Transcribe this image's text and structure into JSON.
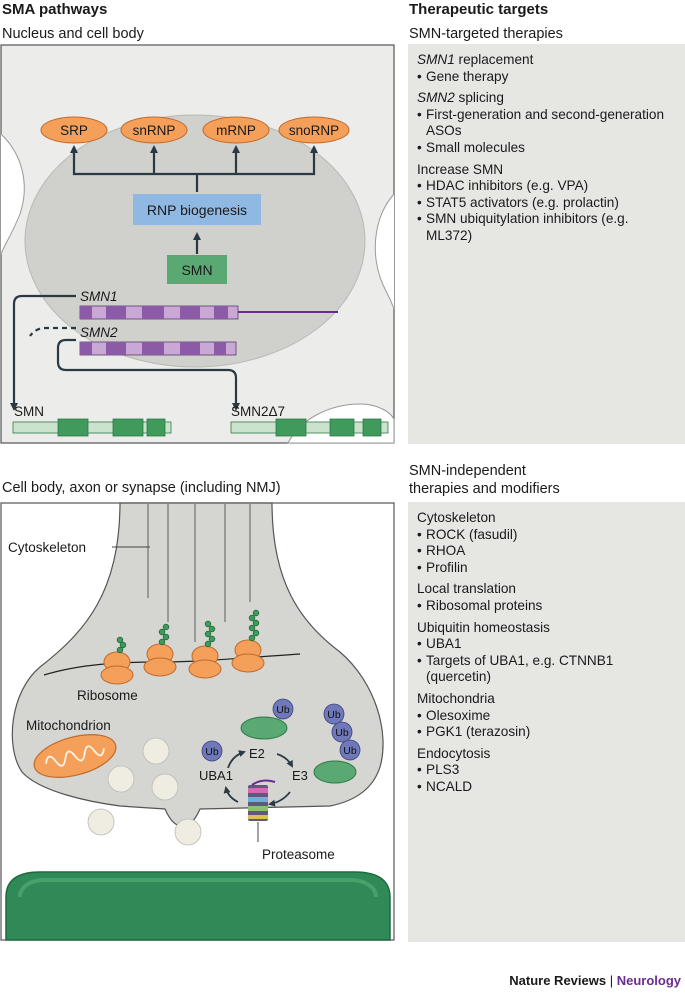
{
  "headings": {
    "left": "SMA pathways",
    "right": "Therapeutic targets"
  },
  "nucleus_panel": {
    "subtitle": "Nucleus and cell body",
    "rnp_products": [
      "SRP",
      "snRNP",
      "mRNP",
      "snoRNP"
    ],
    "rnp_biogenesis": "RNP biogenesis",
    "smn_protein": "SMN",
    "gene1": "SMN1",
    "gene2": "SMN2",
    "product_full": "SMN",
    "product_truncated": "SMN2Δ7"
  },
  "axon_panel": {
    "subtitle": "Cell body, axon or synapse (including NMJ)",
    "cytoskeleton": "Cytoskeleton",
    "ribosome": "Ribosome",
    "mitochondrion": "Mitochondrion",
    "ub": "Ub",
    "e2": "E2",
    "e3": "E3",
    "uba1": "UBA1",
    "proteasome": "Proteasome"
  },
  "therapies_smn": {
    "subtitle": "SMN-targeted therapies",
    "groups": [
      {
        "title_italic": "SMN1",
        "title_rest": " replacement",
        "items": [
          "Gene therapy"
        ]
      },
      {
        "title_italic": "SMN2",
        "title_rest": " splicing",
        "items": [
          "First-generation and second-generation ASOs",
          "Small molecules"
        ]
      },
      {
        "title_italic": "",
        "title_rest": "Increase SMN",
        "items": [
          "HDAC inhibitors (e.g. VPA)",
          "STAT5 activators (e.g. prolactin)",
          "SMN ubiquitylation inhibitors (e.g. ML372)"
        ]
      }
    ]
  },
  "therapies_independent": {
    "subtitle_line1": "SMN-independent",
    "subtitle_line2": "therapies and modifiers",
    "groups": [
      {
        "title": "Cytoskeleton",
        "items": [
          "ROCK (fasudil)",
          "RHOA",
          "Profilin"
        ]
      },
      {
        "title": "Local translation",
        "items": [
          "Ribosomal proteins"
        ]
      },
      {
        "title": "Ubiquitin homeostasis",
        "items": [
          "UBA1",
          "Targets of UBA1, e.g. CTNNB1 (quercetin)"
        ]
      },
      {
        "title": "Mitochondria",
        "items": [
          "Olesoxime",
          "PGK1 (terazosin)"
        ]
      },
      {
        "title": "Endocytosis",
        "items": [
          "PLS3",
          "NCALD"
        ]
      }
    ]
  },
  "footer": {
    "brand": "Nature Reviews",
    "separator": " | ",
    "journal": "Neurology"
  },
  "colors": {
    "orange": "#f5a05a",
    "blue_box": "#8fb8e3",
    "green_box": "#5aa872",
    "exon_purple": "#8c5ba8",
    "exon_light": "#c9a8d6",
    "dna_green": "#3f9a5c",
    "dna_light": "#cbe3cc",
    "ub_blue": "#6f78b8",
    "nucleus": "#d0d0cc",
    "cell_bg": "#ececea",
    "panel_bg": "#e6e6e3"
  }
}
